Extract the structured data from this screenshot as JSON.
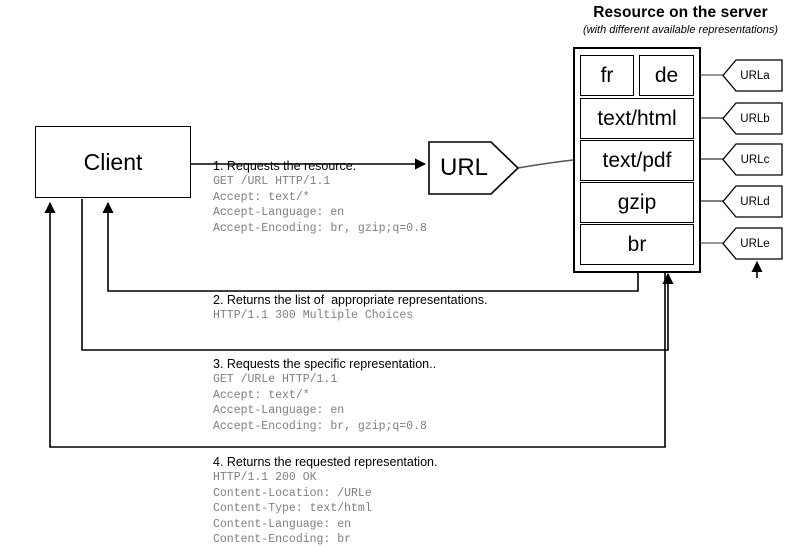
{
  "server": {
    "title": "Resource on the server",
    "subtitle": "(with different available representations)",
    "representations": [
      {
        "label": "fr"
      },
      {
        "label": "de"
      },
      {
        "label": "text/html"
      },
      {
        "label": "text/pdf"
      },
      {
        "label": "gzip"
      },
      {
        "label": "br"
      }
    ],
    "url_tags": [
      {
        "label": "URLa"
      },
      {
        "label": "URLb"
      },
      {
        "label": "URLc"
      },
      {
        "label": "URLd"
      },
      {
        "label": "URLe"
      }
    ]
  },
  "client": {
    "label": "Client"
  },
  "url_node": {
    "label": "URL"
  },
  "steps": [
    {
      "heading": "1. Requests the resource.",
      "body": "GET /URL HTTP/1.1\nAccept: text/*\nAccept-Language: en\nAccept-Encoding: br, gzip;q=0.8"
    },
    {
      "heading": "2. Returns the list of  appropriate representations.",
      "body": "HTTP/1.1 300 Multiple Choices"
    },
    {
      "heading": "3. Requests the specific representation..",
      "body": "GET /URLe HTTP/1.1\nAccept: text/*\nAccept-Language: en\nAccept-Encoding: br, gzip;q=0.8"
    },
    {
      "heading": "4. Returns the requested representation.",
      "body": "HTTP/1.1 200 OK\nContent-Location: /URLe\nContent-Type: text/html\nContent-Language: en\nContent-Encoding: br"
    }
  ],
  "colors": {
    "stroke": "#000000",
    "mono_text": "#7f7f7f",
    "background": "#ffffff",
    "connector_gray": "#8a8a8a"
  }
}
